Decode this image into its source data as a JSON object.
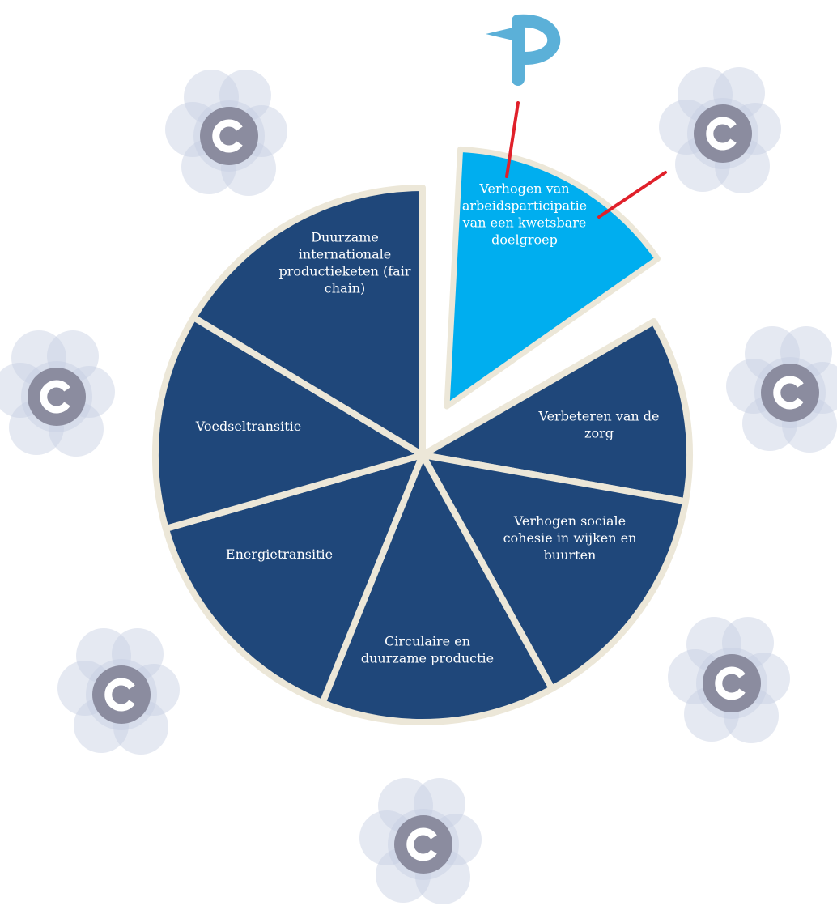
{
  "diagram": {
    "segments": [
      {
        "id": "arbeidsparticipatie",
        "label": "Verhogen van arbeidsparticipatie van een kwetsbare doelgroep",
        "lines": [
          "Verhogen van",
          "arbeidsparticipatie",
          "van een kwetsbare",
          "doelgroep"
        ],
        "highlighted": true,
        "color": "#00aeef"
      },
      {
        "id": "zorg",
        "label": "Verbeteren van de zorg",
        "lines": [
          "Verbeteren van de",
          "zorg"
        ],
        "highlighted": false,
        "color": "#1f477a"
      },
      {
        "id": "sociale-cohesie",
        "label": "Verhogen sociale cohesie in wijken en buurten",
        "lines": [
          "Verhogen sociale",
          "cohesie in wijken en",
          "buurten"
        ],
        "highlighted": false,
        "color": "#1f477a"
      },
      {
        "id": "circulaire-productie",
        "label": "Circulaire en duurzame productie",
        "lines": [
          "Circulaire en",
          "duurzame productie"
        ],
        "highlighted": false,
        "color": "#1f477a"
      },
      {
        "id": "energietransitie",
        "label": "Energietransitie",
        "lines": [
          "Energietransitie"
        ],
        "highlighted": false,
        "color": "#1f477a"
      },
      {
        "id": "voedseltransitie",
        "label": "Voedseltransitie",
        "lines": [
          "Voedseltransitie"
        ],
        "highlighted": false,
        "color": "#1f477a"
      },
      {
        "id": "fair-chain",
        "label": "Duurzame internationale productieketen (fair chain)",
        "lines": [
          "Duurzame",
          "internationale",
          "productieketen (fair",
          "chain)"
        ],
        "highlighted": false,
        "color": "#1f477a"
      }
    ],
    "separator_color": "#ece7d8",
    "pointer_color": "#e0202a"
  },
  "icons": {
    "top_icon": "p-brand-icon",
    "c_icon": "c-circle-icon",
    "c_icon_count": 7,
    "colors": {
      "p_icon": "#5bb0d8",
      "c_icon": "#8b8c9f",
      "cloud": "#c5cfe2"
    }
  }
}
